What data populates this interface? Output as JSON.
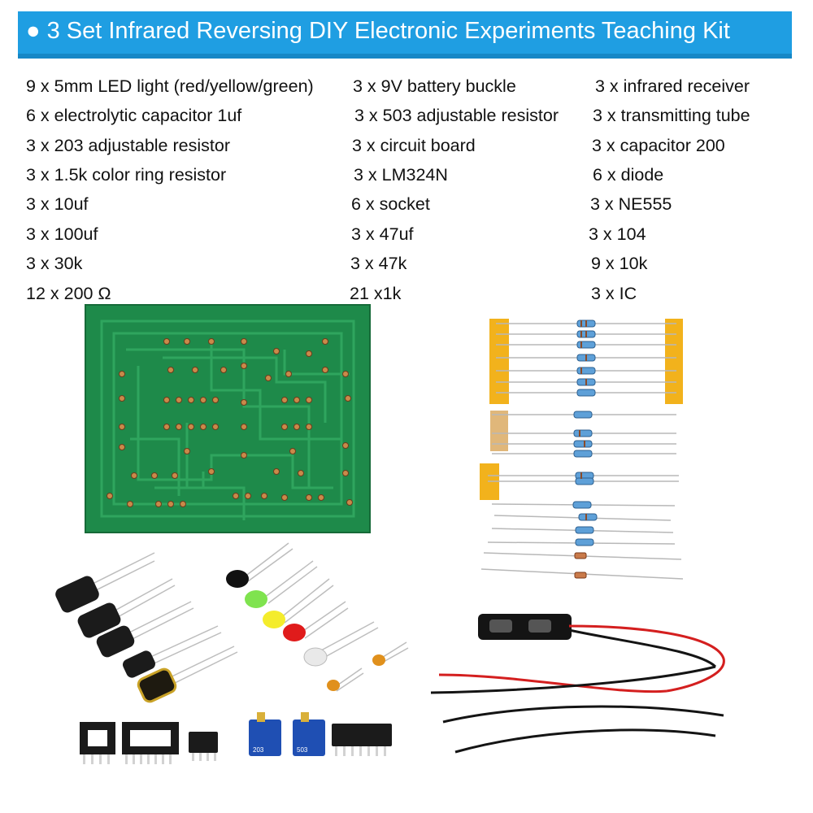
{
  "banner": {
    "title": "● 3 Set  Infrared Reversing DIY Electronic Experiments Teaching Kit",
    "color": "#1f9ee2"
  },
  "parts_list": [
    [
      "9 x 5mm LED light (red/yellow/green)",
      "3 x 9V battery buckle",
      "3 x infrared receiver"
    ],
    [
      "6 x electrolytic capacitor 1uf",
      "3 x 503 adjustable resistor",
      "3 x transmitting tube"
    ],
    [
      "3 x 203 adjustable resistor",
      "3 x circuit board",
      "3 x capacitor 200"
    ],
    [
      "3 x 1.5k color ring resistor",
      "3 x LM324N",
      "6 x diode"
    ],
    [
      "3 x 10uf",
      "6 x socket",
      "3 x NE555"
    ],
    [
      "3 x 100uf",
      "3 x 47uf",
      "3 x 104"
    ],
    [
      "3 x 30k",
      "3 x 47k",
      "9 x 10k"
    ],
    [
      "12 x 200 Ω",
      "21 x1k",
      "3 x IC"
    ]
  ],
  "photo": {
    "pcb_color": "#1e8a4a",
    "led_colors": [
      "#111111",
      "#7fe34f",
      "#f4ec2c",
      "#e01b1b",
      "#e9e9e9"
    ],
    "potentiometer_labels": [
      "203",
      "503"
    ]
  }
}
